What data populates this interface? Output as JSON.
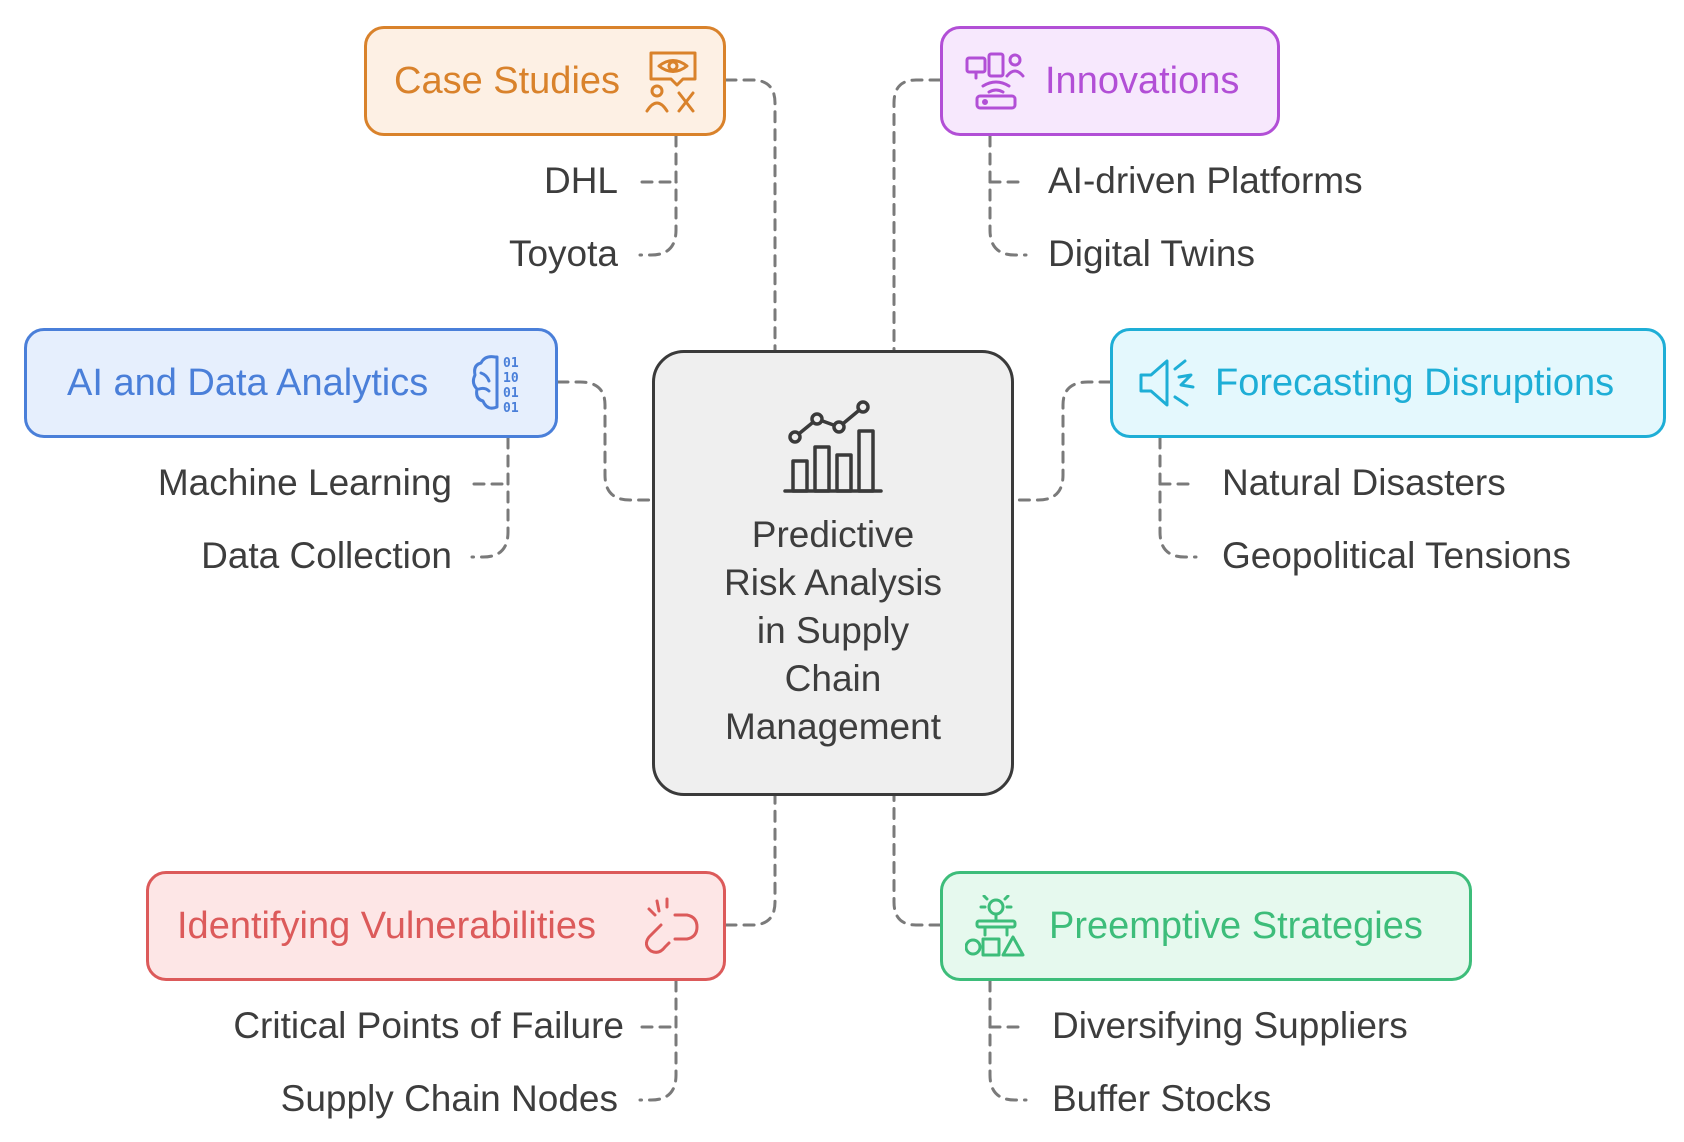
{
  "center": {
    "title": "Predictive\nRisk Analysis\nin Supply\nChain\nManagement",
    "icon": "growth-chart-icon"
  },
  "branches": {
    "case_studies": {
      "label": "Case Studies",
      "icon": "case-study-people-icon",
      "color": "#d9822b",
      "fill": "#fdf0e4",
      "items": [
        "DHL",
        "Toyota"
      ]
    },
    "innovations": {
      "label": "Innovations",
      "icon": "devices-network-icon",
      "color": "#b24fd6",
      "fill": "#f7e8fd",
      "items": [
        "AI-driven Platforms",
        "Digital Twins"
      ]
    },
    "ai_data_analytics": {
      "label": "AI and Data Analytics",
      "icon": "brain-binary-icon",
      "color": "#4a7fd9",
      "fill": "#e6effd",
      "items": [
        "Machine Learning",
        "Data Collection"
      ]
    },
    "forecasting_disruptions": {
      "label": "Forecasting Disruptions",
      "icon": "speaker-alert-icon",
      "color": "#1eaed6",
      "fill": "#e4f8fd",
      "items": [
        "Natural Disasters",
        "Geopolitical Tensions"
      ]
    },
    "identifying_vulnerabilities": {
      "label": "Identifying Vulnerabilities",
      "icon": "broken-link-icon",
      "color": "#dc5a5a",
      "fill": "#fde6e6",
      "items": [
        "Critical Points of Failure",
        "Supply Chain Nodes"
      ]
    },
    "preemptive_strategies": {
      "label": "Preemptive Strategies",
      "icon": "idea-shapes-icon",
      "color": "#3dbd7a",
      "fill": "#e6f9ee",
      "items": [
        "Diversifying Suppliers",
        "Buffer Stocks"
      ]
    }
  }
}
